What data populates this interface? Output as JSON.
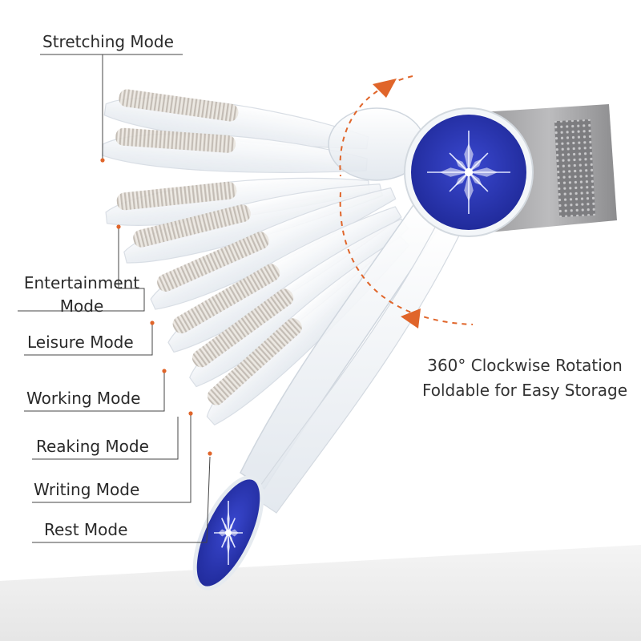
{
  "modes": [
    {
      "id": "stretching",
      "label": "Stretching Mode"
    },
    {
      "id": "entertainment",
      "label": "Entertainment Mode"
    },
    {
      "id": "leisure",
      "label": "Leisure Mode"
    },
    {
      "id": "working",
      "label": "Working Mode"
    },
    {
      "id": "reaking",
      "label": "Reaking Mode"
    },
    {
      "id": "writing",
      "label": "Writing Mode"
    },
    {
      "id": "rest",
      "label": "Rest Mode"
    }
  ],
  "caption": {
    "line1": "360° Clockwise Rotation",
    "line2": "Foldable for Easy Storage"
  },
  "colors": {
    "accent": "#e0652a",
    "dial_blue": "#2a36b8",
    "strap_gray": "#8a8a8c",
    "bristle_gray": "#bdb6ae",
    "leader_line": "#444444",
    "clear_plastic": "#e9eef3"
  }
}
